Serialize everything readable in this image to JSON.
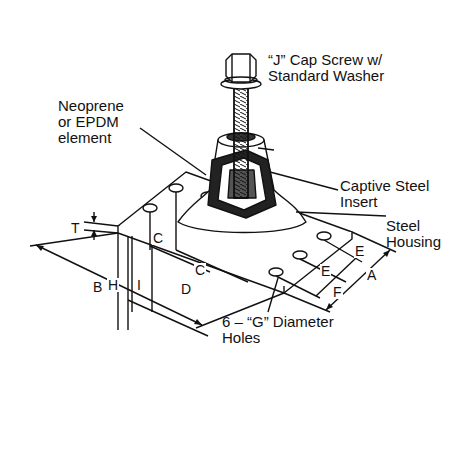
{
  "diagram": {
    "labels": [
      "Neoprene or EPDM element",
      "“J” Cap Screw w/ Standard Washer",
      "Captive Steel Insert",
      "Steel Housing",
      "T",
      "C",
      "H",
      "I",
      "C",
      "D",
      "B",
      "E",
      "E",
      "A",
      "F",
      "6 – “G” Diameter Holes"
    ]
  }
}
